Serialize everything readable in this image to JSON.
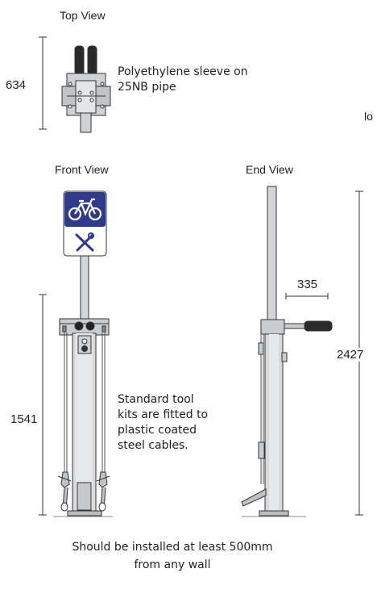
{
  "views": {
    "top": "Top View",
    "front": "Front View",
    "end": "End View"
  },
  "dimensions": {
    "top_depth": "634",
    "front_height": "1541",
    "total_height": "2427",
    "arm_length": "335"
  },
  "notes": {
    "sleeve_line1": "Polyethylene sleeve on",
    "sleeve_line2": "25NB pipe",
    "cut_off": "lo",
    "tool_line1": "Standard tool",
    "tool_line2": "kits are fitted to",
    "tool_line3": "plastic coated",
    "tool_line4": "steel cables."
  },
  "footer": {
    "line1": "Should be installed at least 500mm",
    "line2": "from any wall"
  },
  "sign": {
    "bike_icon": "bicycle-icon",
    "tools_icon": "tools-icon",
    "top_color": "#2e3a8c",
    "tool_color": "#2e3a8c"
  }
}
